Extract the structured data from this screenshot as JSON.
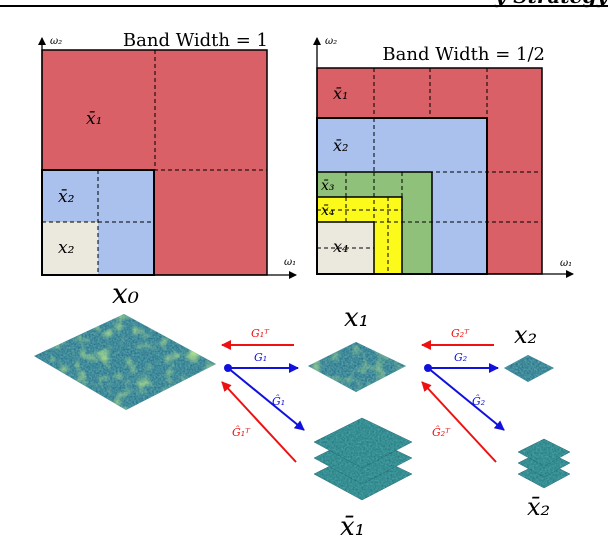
{
  "header": {
    "partial_text": "y Strategy"
  },
  "panel_left": {
    "title": "Band Width = 1",
    "axis_x": "ω₁",
    "axis_y": "ω₂",
    "labels": {
      "xbar1": "x̄₁",
      "xbar2": "x̄₂",
      "x2": "x₂"
    }
  },
  "panel_right": {
    "title": "Band Width = 1/2",
    "axis_x": "ω₁",
    "axis_y": "ω₂",
    "labels": {
      "xbar1": "x̄₁",
      "xbar2": "x̄₂",
      "xbar3": "x̄₃",
      "xbar4": "x̄₄",
      "x4": "x₄"
    }
  },
  "bottom": {
    "x0": "x₀",
    "x1": "x₁",
    "x2": "x₂",
    "xbar1": "x̄₁",
    "xbar2": "x̄₂",
    "G1T": "G₁ᵀ",
    "G1": "G₁",
    "G1hat": "Ĝ₁",
    "G1hatT": "Ĝ₁ᵀ",
    "G2T": "G₂ᵀ",
    "G2": "G₂",
    "G2hat": "Ĝ₂",
    "G2hatT": "Ĝ₂ᵀ"
  },
  "colors": {
    "red": "#d96066",
    "blue": "#a9c1ec",
    "green": "#8fc17a",
    "yellow": "#fbfa1a",
    "beige": "#ebe8dd",
    "arrow_red": "#ee1111",
    "arrow_blue": "#1111dd",
    "teal": "#2a8a86"
  }
}
